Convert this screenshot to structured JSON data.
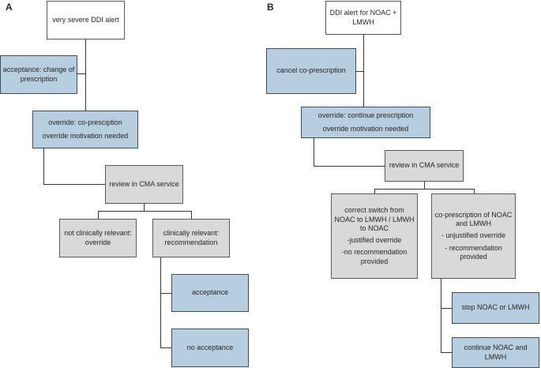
{
  "colors": {
    "blue_fill": "#b7cde0",
    "blue_border": "#3e4f5e",
    "gray_fill": "#d9d9d9",
    "gray_border": "#595959",
    "white_fill": "#ffffff",
    "line_color": "#383838",
    "text_color": "#262626"
  },
  "a": {
    "label": "A",
    "alert": [
      "very severe DDI alert"
    ],
    "acceptance_change": [
      "acceptance: change of",
      "prescription"
    ],
    "override": [
      [
        "override: co-presciption"
      ],
      [
        "override motivation needed"
      ]
    ],
    "review": [
      "review in CMA service"
    ],
    "not_relevant": [
      "not clinically relevant:",
      "override"
    ],
    "relevant": [
      "clinically relevant:",
      "recommendation"
    ],
    "acceptance": [
      "acceptance"
    ],
    "no_acceptance": [
      "no acceptance"
    ]
  },
  "b": {
    "label": "B",
    "alert": [
      "DDI alert for NOAC +",
      "LMWH"
    ],
    "cancel": [
      "cancel co-prescription"
    ],
    "override": [
      [
        "override: continue prescription"
      ],
      [
        "override motivation needed"
      ]
    ],
    "review": [
      "review in CMA service"
    ],
    "correct_switch": [
      [
        "correct switch from",
        "NOAC to LMWH / LMWH",
        "to NOAC"
      ],
      [
        "-justified override"
      ],
      [
        "-no recommendation",
        "provided"
      ]
    ],
    "co_prescription": [
      [
        "co-prescription of NOAC",
        "and LMWH"
      ],
      [
        "- unjustified override"
      ],
      [
        "- recommendation",
        "provided"
      ]
    ],
    "stop": [
      "stop NOAC or LMWH"
    ],
    "continue": [
      "continue NOAC and",
      "LMWH"
    ]
  }
}
